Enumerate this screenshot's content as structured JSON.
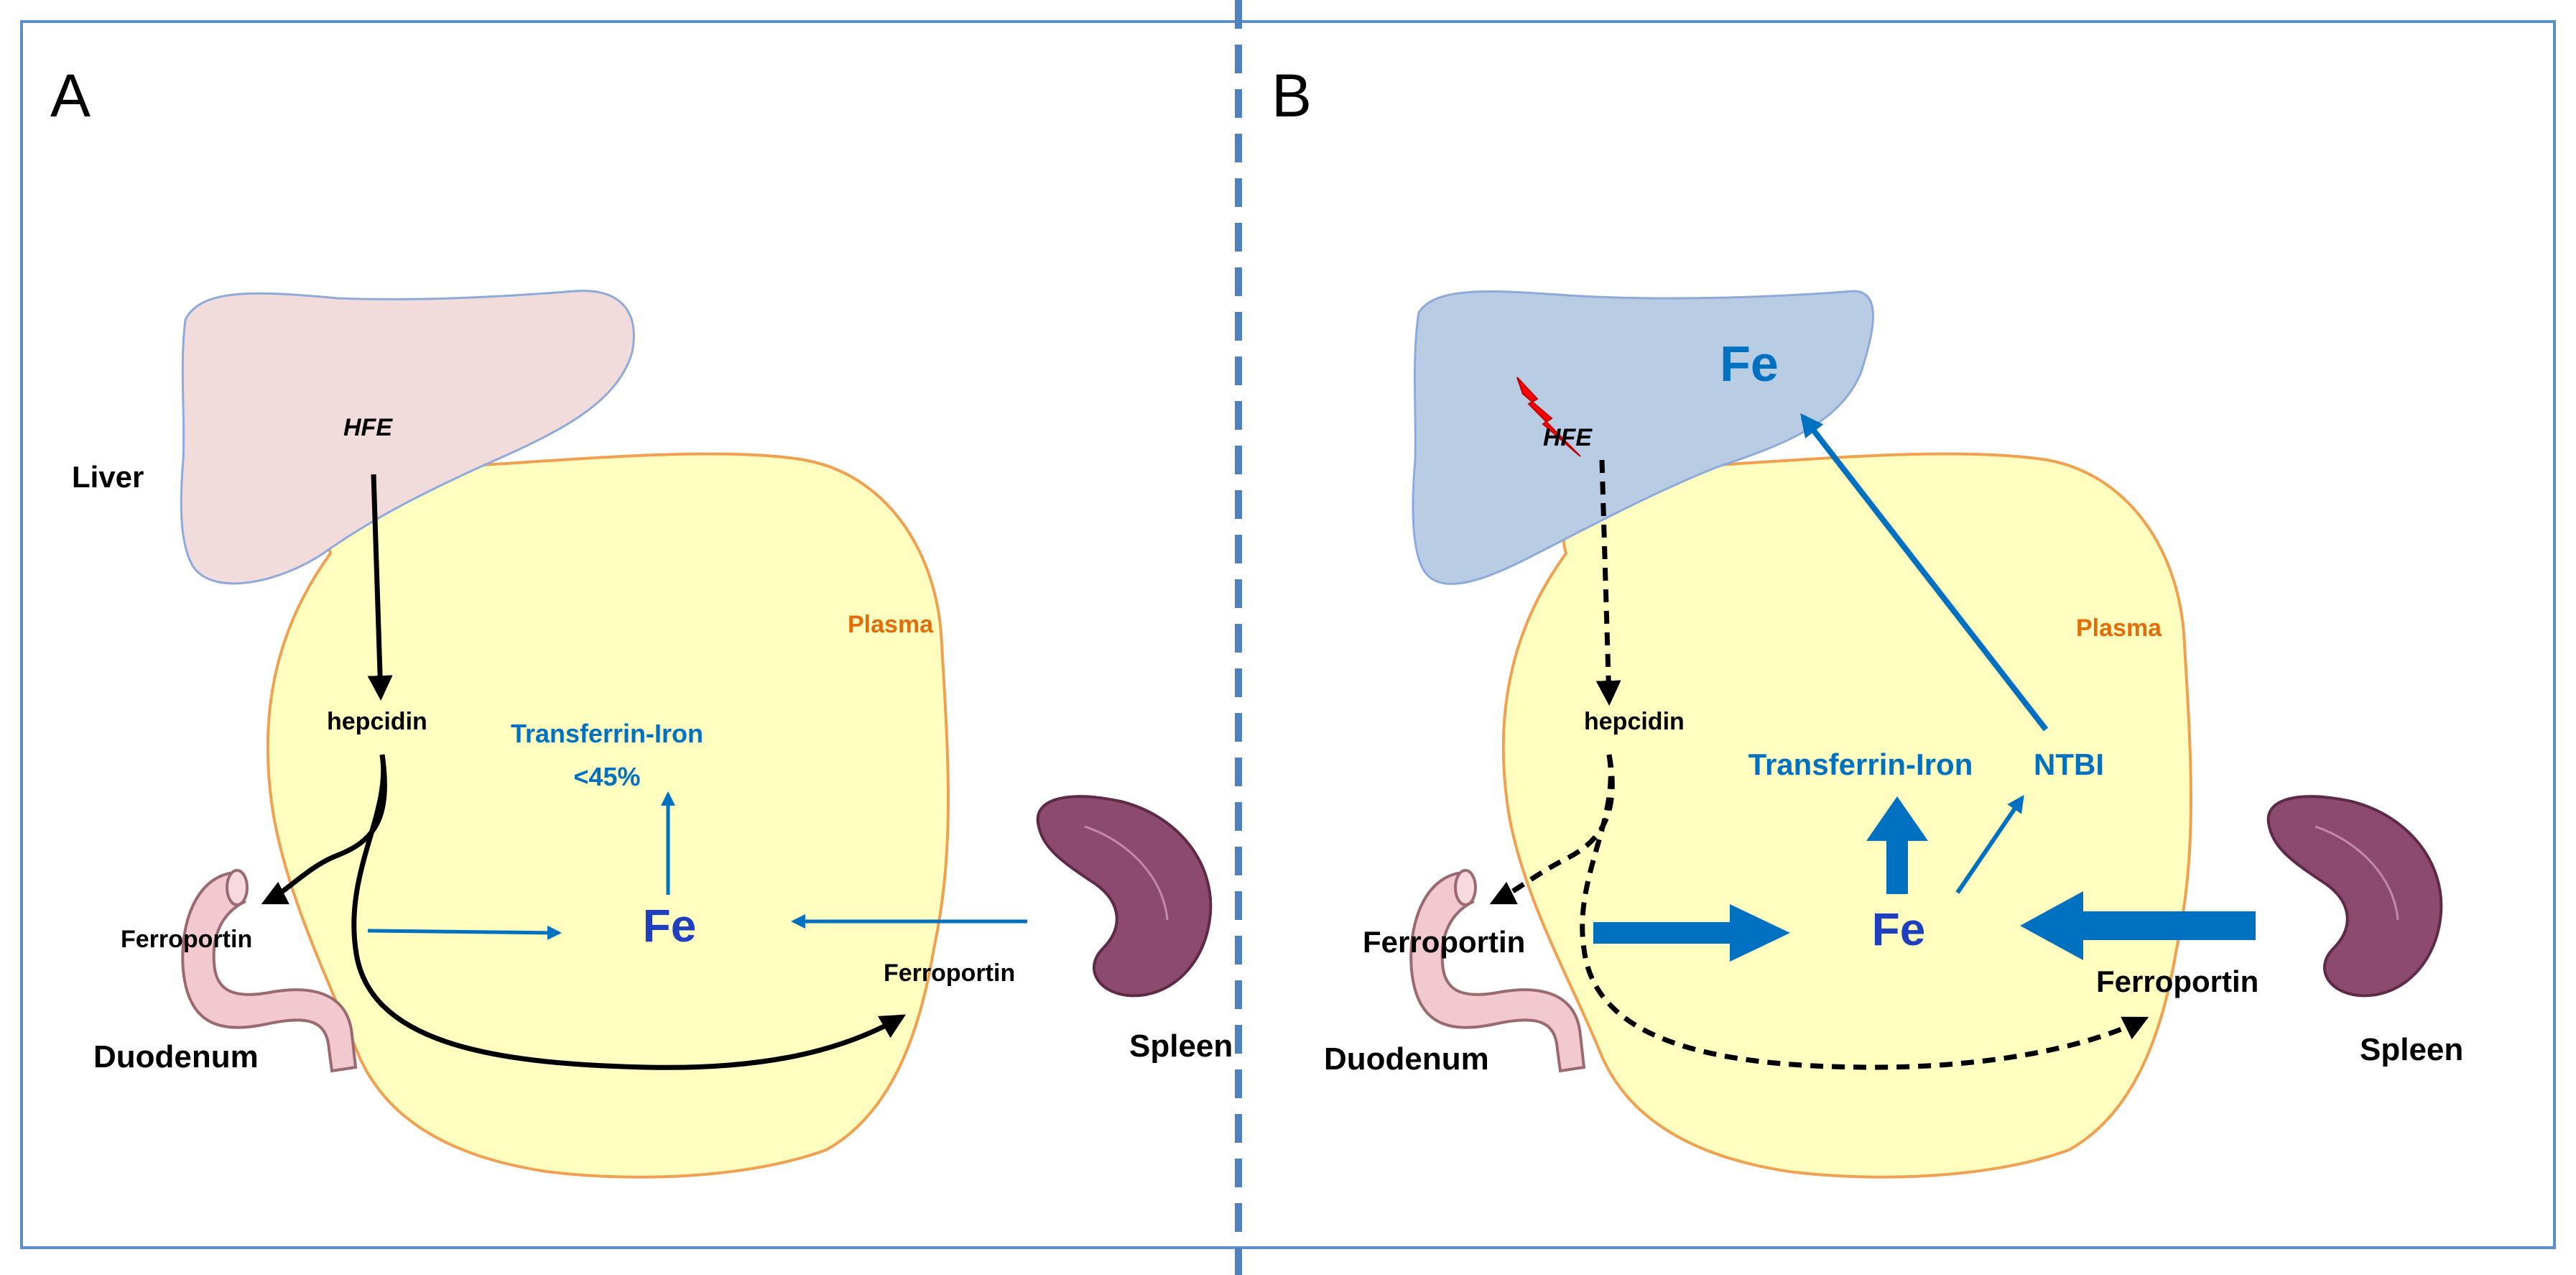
{
  "panels": {
    "a": {
      "letter": "A",
      "labels": {
        "liver": "Liver",
        "hfe": "HFE",
        "hepcidin": "hepcidin",
        "plasma": "Plasma",
        "transferrin_iron": "Transferrin-Iron",
        "saturation": "<45%",
        "fe": "Fe",
        "ferroportin_duodenum": "Ferroportin",
        "ferroportin_spleen": "Ferroportin",
        "duodenum": "Duodenum",
        "spleen": "Spleen"
      }
    },
    "b": {
      "letter": "B",
      "labels": {
        "liver_fe": "Fe",
        "hfe": "HFE",
        "hepcidin": "hepcidin",
        "plasma": "Plasma",
        "transferrin_iron": "Transferrin-Iron",
        "ntbi": "NTBI",
        "fe": "Fe",
        "ferroportin_duodenum": "Ferroportin",
        "ferroportin_spleen": "Ferroportin",
        "duodenum": "Duodenum",
        "spleen": "Spleen"
      }
    }
  },
  "colors": {
    "frame": "#5b8fc9",
    "divider": "#4f81bd",
    "liver_normal": "#f2dcdb",
    "liver_overload": "#b8cce4",
    "liver_outline": "#8eaadb",
    "plasma_fill": "#ffffc0",
    "plasma_outline": "#f0a050",
    "plasma_text": "#e46c0a",
    "iron_blue": "#0070c0",
    "fe_dark_blue": "#1f3fbf",
    "arrow_black": "#000000",
    "duodenum_fill": "#f2c9cf",
    "duodenum_outline": "#9a6a70",
    "spleen_fill": "#8b4a6e",
    "spleen_dark": "#6b2f52",
    "mutation_red": "#ff0000"
  },
  "icons": {
    "liver": "liver-organ-icon",
    "duodenum": "duodenum-organ-icon",
    "spleen": "spleen-organ-icon",
    "mutation": "lightning-bolt-icon"
  }
}
